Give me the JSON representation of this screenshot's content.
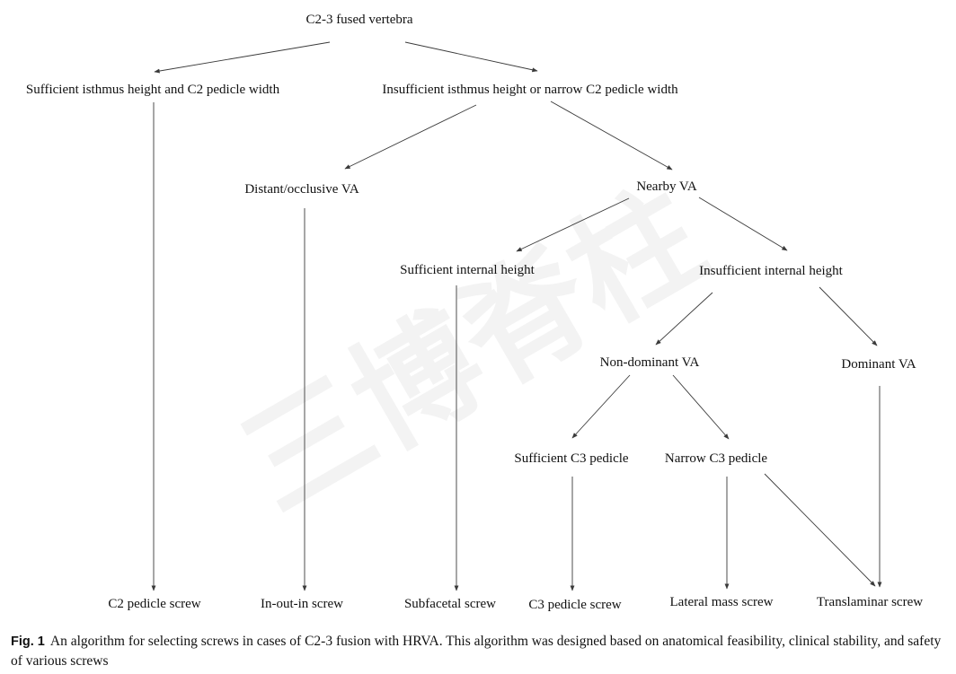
{
  "diagram": {
    "nodes": {
      "root": "C2-3 fused vertebra",
      "sufficient_isthmus": "Sufficient isthmus height and C2 pedicle width",
      "insufficient_isthmus": "Insufficient isthmus height or narrow C2 pedicle width",
      "distant_va": "Distant/occlusive VA",
      "nearby_va": "Nearby VA",
      "sufficient_internal": "Sufficient internal height",
      "insufficient_internal": "Insufficient internal height",
      "non_dominant_va": "Non-dominant VA",
      "dominant_va": "Dominant VA",
      "sufficient_c3": "Sufficient C3 pedicle",
      "narrow_c3": "Narrow C3 pedicle",
      "c2_pedicle_screw": "C2 pedicle screw",
      "in_out_in_screw": "In-out-in screw",
      "subfacetal_screw": "Subfacetal screw",
      "c3_pedicle_screw": "C3 pedicle screw",
      "lateral_mass_screw": "Lateral mass screw",
      "translaminar_screw": "Translaminar screw"
    },
    "edges": [
      [
        "root",
        "sufficient_isthmus"
      ],
      [
        "root",
        "insufficient_isthmus"
      ],
      [
        "sufficient_isthmus",
        "c2_pedicle_screw"
      ],
      [
        "insufficient_isthmus",
        "distant_va"
      ],
      [
        "insufficient_isthmus",
        "nearby_va"
      ],
      [
        "distant_va",
        "in_out_in_screw"
      ],
      [
        "nearby_va",
        "sufficient_internal"
      ],
      [
        "nearby_va",
        "insufficient_internal"
      ],
      [
        "sufficient_internal",
        "subfacetal_screw"
      ],
      [
        "insufficient_internal",
        "non_dominant_va"
      ],
      [
        "insufficient_internal",
        "dominant_va"
      ],
      [
        "non_dominant_va",
        "sufficient_c3"
      ],
      [
        "non_dominant_va",
        "narrow_c3"
      ],
      [
        "sufficient_c3",
        "c3_pedicle_screw"
      ],
      [
        "narrow_c3",
        "lateral_mass_screw"
      ],
      [
        "narrow_c3",
        "translaminar_screw"
      ],
      [
        "dominant_va",
        "translaminar_screw"
      ]
    ]
  },
  "watermark": {
    "text": "三博脊柱"
  },
  "caption": {
    "tag": "Fig. 1",
    "text": "An algorithm for selecting screws in cases of C2-3 fusion with HRVA. This algorithm was designed based on anatomical feasibility, clinical stability, and safety of various screws"
  },
  "colors": {
    "text": "#111111",
    "edge": "#3a3a3a",
    "background": "#ffffff"
  }
}
